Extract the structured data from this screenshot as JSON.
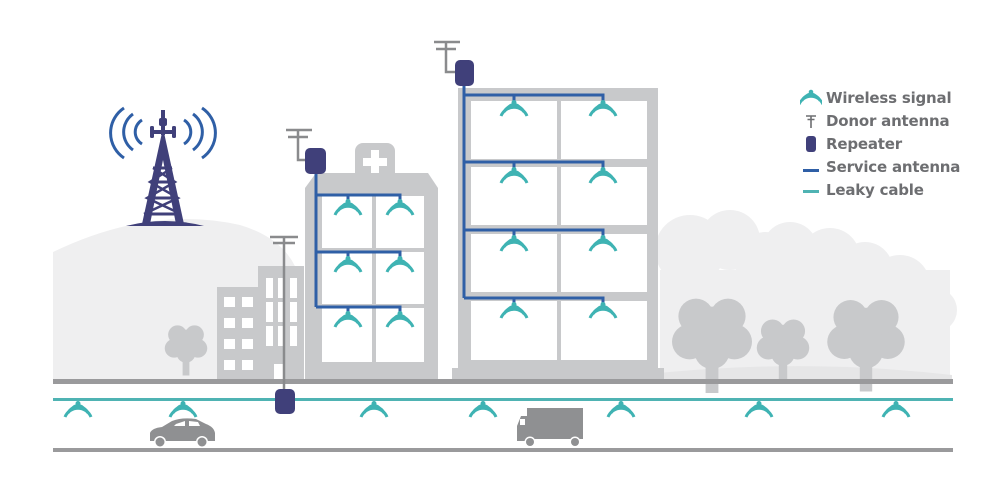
{
  "colors": {
    "tower": "#40407a",
    "repeater": "#40407a",
    "service_antenna": "#2f5fa6",
    "leaky_cable": "#4fb3b3",
    "wireless_signal": "#3fb3b3",
    "building": "#c8c9cb",
    "background_shapes": "#efeff0",
    "road": "#9a9a9c",
    "vehicle": "#8f9092",
    "donor_antenna": "#8a8b8d",
    "legend_text": "#6d6e71"
  },
  "legend": {
    "items": [
      {
        "icon": "wireless-signal-icon",
        "label": "Wireless signal"
      },
      {
        "icon": "donor-antenna-icon",
        "label": "Donor antenna"
      },
      {
        "icon": "repeater-icon",
        "label": "Repeater"
      },
      {
        "icon": "service-antenna-icon",
        "label": "Service antenna"
      },
      {
        "icon": "leaky-cable-icon",
        "label": "Leaky cable"
      }
    ]
  },
  "scene": {
    "elements": [
      "cell-tower",
      "hospital-building",
      "office-building",
      "apartment-buildings",
      "trees",
      "street-pole",
      "car",
      "truck",
      "road"
    ]
  }
}
